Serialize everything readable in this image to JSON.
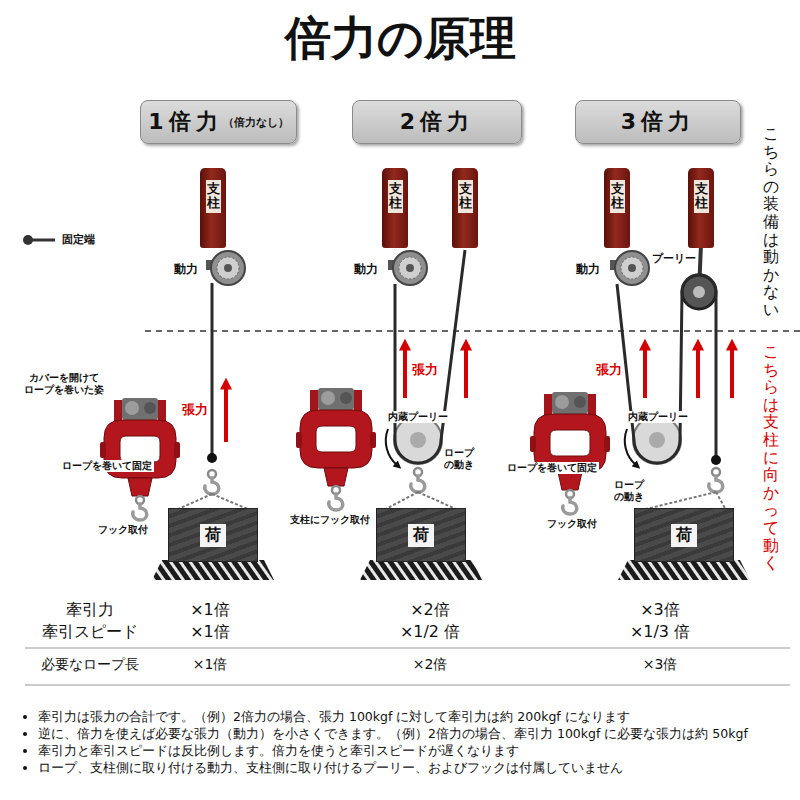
{
  "diagram": {
    "title": "倍力の原理",
    "nodes": [
      {
        "text": [
          "1倍力",
          "（倍力なし）"
        ]
      },
      {
        "text": [
          "2倍力"
        ]
      },
      {
        "text": [
          "3倍力"
        ]
      },
      {
        "text": [
          "支柱"
        ]
      },
      {
        "text": [
          "支柱"
        ]
      },
      {
        "text": [
          "支柱"
        ]
      },
      {
        "text": [
          "支柱"
        ]
      },
      {
        "text": [
          "支柱"
        ]
      },
      {
        "text": [
          "荷"
        ]
      },
      {
        "text": [
          "荷"
        ]
      },
      {
        "text": [
          "荷"
        ]
      }
    ],
    "labels": [
      "こちらの装備は動かない",
      "こちらは支柱に向かって動く",
      "動力",
      "張力",
      "カバーを開けて ロープを巻いた姿",
      "ロープを巻いて固定",
      "フック取付",
      "動力",
      "張力",
      "内蔵プーリー",
      "ロープ の動き",
      "支柱にフック取付",
      "動力",
      "プーリー",
      "張力",
      "内蔵プーリー",
      "ロープ の動き",
      "ロープを巻いて固定",
      "フック取付",
      "牽引力",
      "×1倍",
      "×2倍",
      "×3倍",
      "牽引スピード",
      "×1倍",
      "×1/2 倍",
      "×1/3 倍",
      "必要なロープ長",
      "×1倍",
      "×2倍",
      "×3倍",
      "牽引力は張力の合計です。（例）2倍力の場合、張力 100kgf に対して牽引力は約 200kgf になります",
      "逆に、倍力を使えば必要な張力（動力）を小さくできます。（例）2倍力の場合、牽引力 100kgf に必要な張力は約 50kgf",
      "牽引力と牽引スピードは反比例します。倍力を使うと牽引スピードが遅くなります",
      "ロープ、支柱側に取り付ける動力、支柱側に取り付けるプーリー、およびフックは付属していません"
    ],
    "legend": [
      {
        "text": "固定端"
      }
    ]
  }
}
